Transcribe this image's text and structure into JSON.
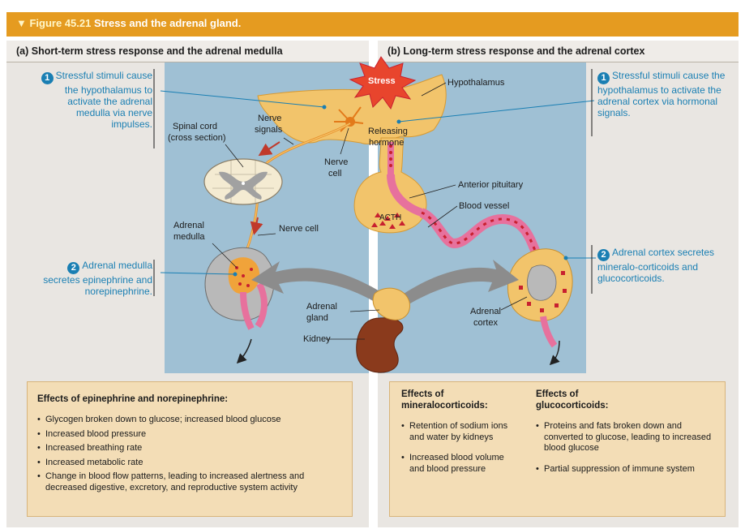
{
  "title": {
    "figure_number": "▼ Figure 45.21",
    "text": "Stress and the adrenal gland."
  },
  "panel_a": {
    "heading": "(a) Short-term stress response and the adrenal medulla",
    "step1": {
      "number": "1",
      "text": "Stressful stimuli cause the hypothalamus to activate the adrenal medulla via nerve impulses."
    },
    "step2": {
      "number": "2",
      "text": "Adrenal medulla secretes epinephrine and norepinephrine."
    },
    "labels": {
      "spinal_cord": "Spinal cord",
      "cross_section": "(cross section)",
      "nerve_signals_1": "Nerve",
      "nerve_signals_2": "signals",
      "nerve_cell_top_1": "Nerve",
      "nerve_cell_top_2": "cell",
      "adrenal_medulla_1": "Adrenal",
      "adrenal_medulla_2": "medulla",
      "nerve_cell": "Nerve cell"
    },
    "effects": {
      "heading": "Effects of epinephrine and norepinephrine:",
      "items": [
        "Glycogen broken down to glucose; increased blood glucose",
        "Increased blood pressure",
        "Increased breathing rate",
        "Increased metabolic rate",
        "Change in blood flow patterns, leading to increased alertness and decreased digestive, excretory, and reproductive system activity"
      ]
    }
  },
  "panel_b": {
    "heading": "(b) Long-term stress response and the adrenal cortex",
    "step1": {
      "number": "1",
      "text": "Stressful stimuli cause the hypothalamus to activate the adrenal cortex via hormonal signals."
    },
    "step2": {
      "number": "2",
      "text": "Adrenal cortex secretes mineralo-corticoids and glucocorticoids."
    },
    "labels": {
      "hypothalamus": "Hypothalamus",
      "releasing_1": "Releasing",
      "releasing_2": "hormone",
      "anterior_pituitary": "Anterior pituitary",
      "blood_vessel": "Blood vessel",
      "acth": "ACTH",
      "adrenal_cortex_1": "Adrenal",
      "adrenal_cortex_2": "cortex"
    },
    "mineralo": {
      "heading_1": "Effects of",
      "heading_2": "mineralocorticoids:",
      "items": [
        "Retention of sodium ions and water by kidneys",
        "Increased blood volume and blood pressure"
      ]
    },
    "gluco": {
      "heading_1": "Effects of",
      "heading_2": "glucocorticoids:",
      "items": [
        "Proteins and fats broken down and converted to glucose, leading to increased blood glucose",
        "Partial suppression of immune system"
      ]
    }
  },
  "center": {
    "stress": "Stress",
    "adrenal_gland_1": "Adrenal",
    "adrenal_gland_2": "gland",
    "kidney": "Kidney"
  },
  "colors": {
    "title_bar": "#e59b20",
    "step_text": "#1a7fb3",
    "panel_bg": "#e9e6e2",
    "blue_bg": "#9fc0d4",
    "tan_box": "#f3ddb6",
    "hypothalamus": "#f2c46b",
    "vessel": "#e7719d",
    "blood_cells": "#c8202f"
  }
}
